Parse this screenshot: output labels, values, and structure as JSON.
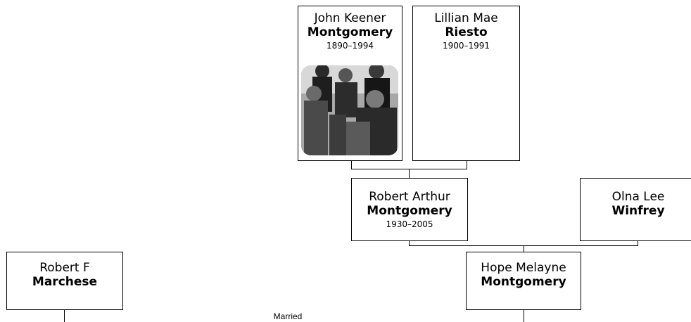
{
  "people": {
    "john": {
      "given": "John Keener",
      "surname": "Montgomery",
      "years": "1890–1994",
      "photo_icon": "family-photo"
    },
    "lillian": {
      "given": "Lillian Mae",
      "surname": "Riesto",
      "years": "1900–1991"
    },
    "robert_arthur": {
      "given": "Robert Arthur",
      "surname": "Montgomery",
      "years": "1930–2005"
    },
    "olna": {
      "given": "Olna Lee",
      "surname": "Winfrey"
    },
    "robert_f": {
      "given": "Robert F",
      "surname": "Marchese"
    },
    "hope": {
      "given": "Hope Melayne",
      "surname": "Montgomery"
    }
  },
  "relations": {
    "married_label": "Married"
  }
}
